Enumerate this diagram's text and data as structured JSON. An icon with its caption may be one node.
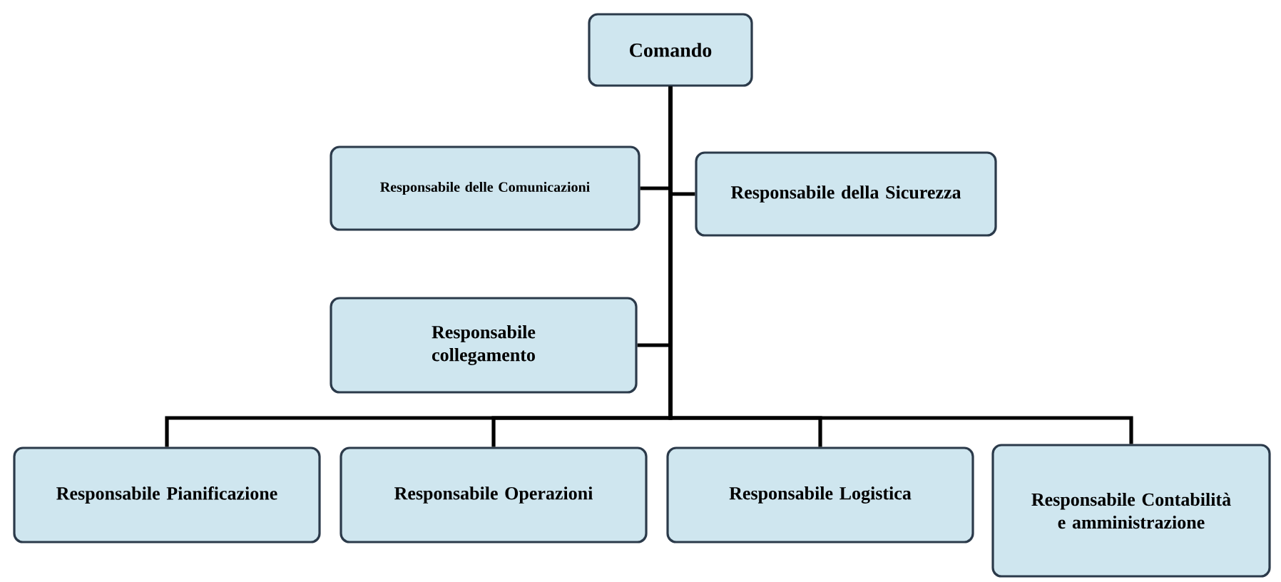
{
  "diagram": {
    "nodes": [
      {
        "text": [
          "Comando"
        ]
      },
      {
        "text": [
          "Responsabile delle Comunicazioni"
        ]
      },
      {
        "text": [
          "Responsabile della Sicurezza"
        ]
      },
      {
        "text": [
          "Responsabile collegamento"
        ]
      },
      {
        "text": [
          "Responsabile Pianificazione"
        ]
      },
      {
        "text": [
          "Responsabile Operazioni"
        ]
      },
      {
        "text": [
          "Responsabile Logistica"
        ]
      },
      {
        "text": [
          "Responsabile Contabilità e amministrazione"
        ]
      }
    ],
    "edges": [
      {
        "from": 0,
        "to": 1,
        "arrow": "none"
      },
      {
        "from": 0,
        "to": 2,
        "arrow": "none"
      },
      {
        "from": 0,
        "to": 3,
        "arrow": "none"
      },
      {
        "from": 0,
        "to": 4,
        "arrow": "none"
      },
      {
        "from": 0,
        "to": 5,
        "arrow": "none"
      },
      {
        "from": 0,
        "to": 6,
        "arrow": "none"
      },
      {
        "from": 0,
        "to": 7,
        "arrow": "none"
      }
    ]
  }
}
